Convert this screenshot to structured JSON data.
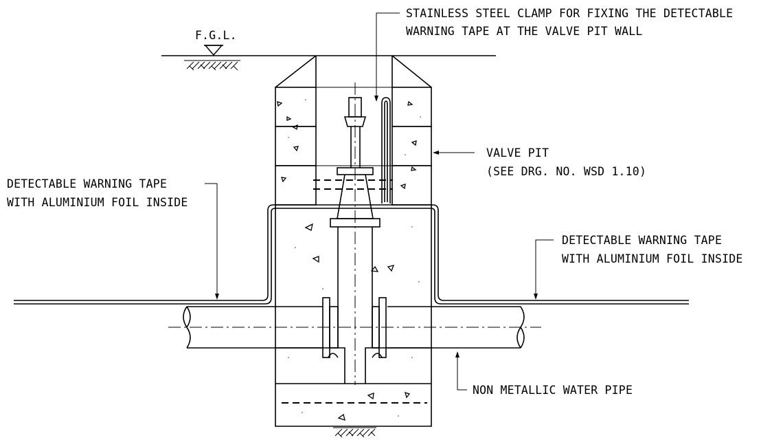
{
  "labels": {
    "fgl": "F.G.L.",
    "clamp_line1": "STAINLESS STEEL CLAMP FOR FIXING THE DETECTABLE",
    "clamp_line2": "WARNING TAPE AT THE VALVE PIT WALL",
    "valve_pit_line1": "VALVE PIT",
    "valve_pit_line2": "(SEE DRG. NO. WSD 1.10)",
    "tape_left_line1": "DETECTABLE WARNING TAPE",
    "tape_left_line2": "WITH ALUMINIUM FOIL INSIDE",
    "tape_right_line1": "DETECTABLE WARNING TAPE",
    "tape_right_line2": "WITH ALUMINIUM FOIL INSIDE",
    "pipe": "NON METALLIC WATER PIPE"
  }
}
